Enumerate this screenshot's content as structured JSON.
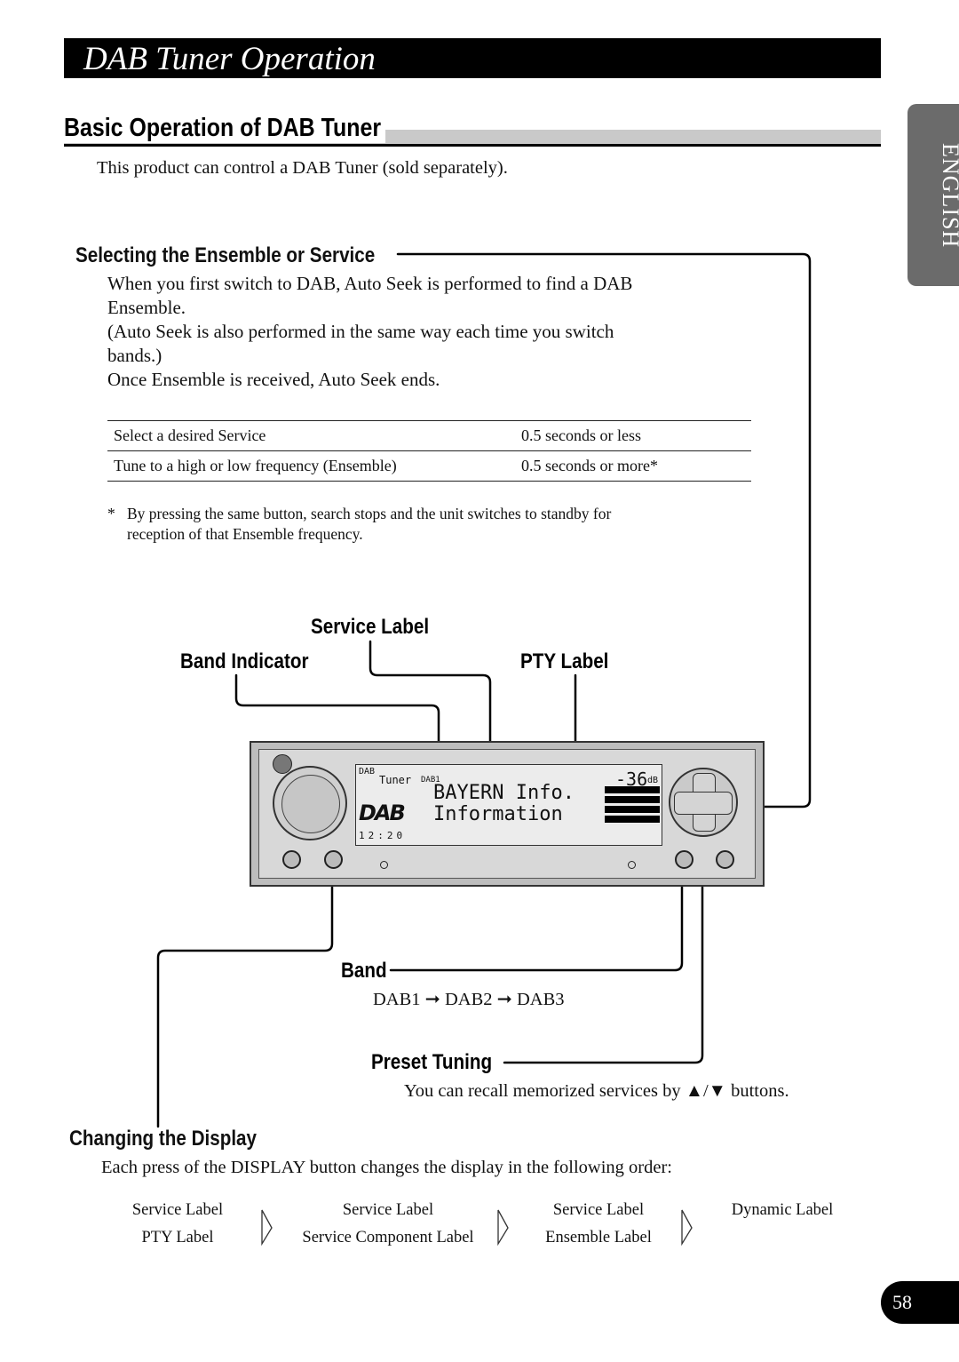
{
  "header": {
    "title": "DAB Tuner Operation"
  },
  "section": {
    "heading": "Basic Operation of DAB Tuner",
    "intro": "This product can control a DAB Tuner (sold separately)."
  },
  "side_tab": {
    "label": "ENGLISH"
  },
  "selecting": {
    "heading": "Selecting the Ensemble or Service",
    "para1_line1": "When you first switch to DAB, Auto Seek is performed to find a DAB",
    "para1_line2": "Ensemble.",
    "para2_line1": "(Auto Seek is also performed in the same way each time you switch",
    "para2_line2": "bands.)",
    "para3": "Once Ensemble is received, Auto Seek ends.",
    "table": [
      {
        "action": "Select a desired Service",
        "time": "0.5 seconds or less"
      },
      {
        "action": "Tune to a high or low frequency (Ensemble)",
        "time": "0.5 seconds or more*"
      }
    ],
    "footnote_mark": "*",
    "footnote_line1": "By pressing the same button, search stops and the unit switches to standby for",
    "footnote_line2": "reception of that Ensemble frequency."
  },
  "callouts": {
    "service_label": "Service Label",
    "band_indicator": "Band Indicator",
    "pty_label": "PTY Label",
    "band": "Band",
    "preset_tuning": "Preset Tuning"
  },
  "display": {
    "dab_small": "DAB",
    "tuner_text": "Tuner",
    "band_text": "DAB1",
    "service_text": "BAYERN Info.",
    "pty_text": "Information",
    "level_text": "-36",
    "level_unit": "dB",
    "logo_text": "DAB",
    "clock_text": "12:20"
  },
  "band_sequence": {
    "items": [
      "DAB1",
      "DAB2",
      "DAB3"
    ],
    "arrow": "➞"
  },
  "preset": {
    "text": "You can recall memorized services by ▲/▼ buttons."
  },
  "changing": {
    "heading": "Changing the Display",
    "intro": "Each press of the DISPLAY button changes the display in the following order:",
    "order": [
      {
        "line1": "Service Label",
        "line2": "PTY Label"
      },
      {
        "line1": "Service Label",
        "line2": "Service Component Label"
      },
      {
        "line1": "Service Label",
        "line2": "Ensemble Label"
      },
      {
        "line1": "Dynamic Label",
        "line2": ""
      }
    ]
  },
  "page_number": "58"
}
